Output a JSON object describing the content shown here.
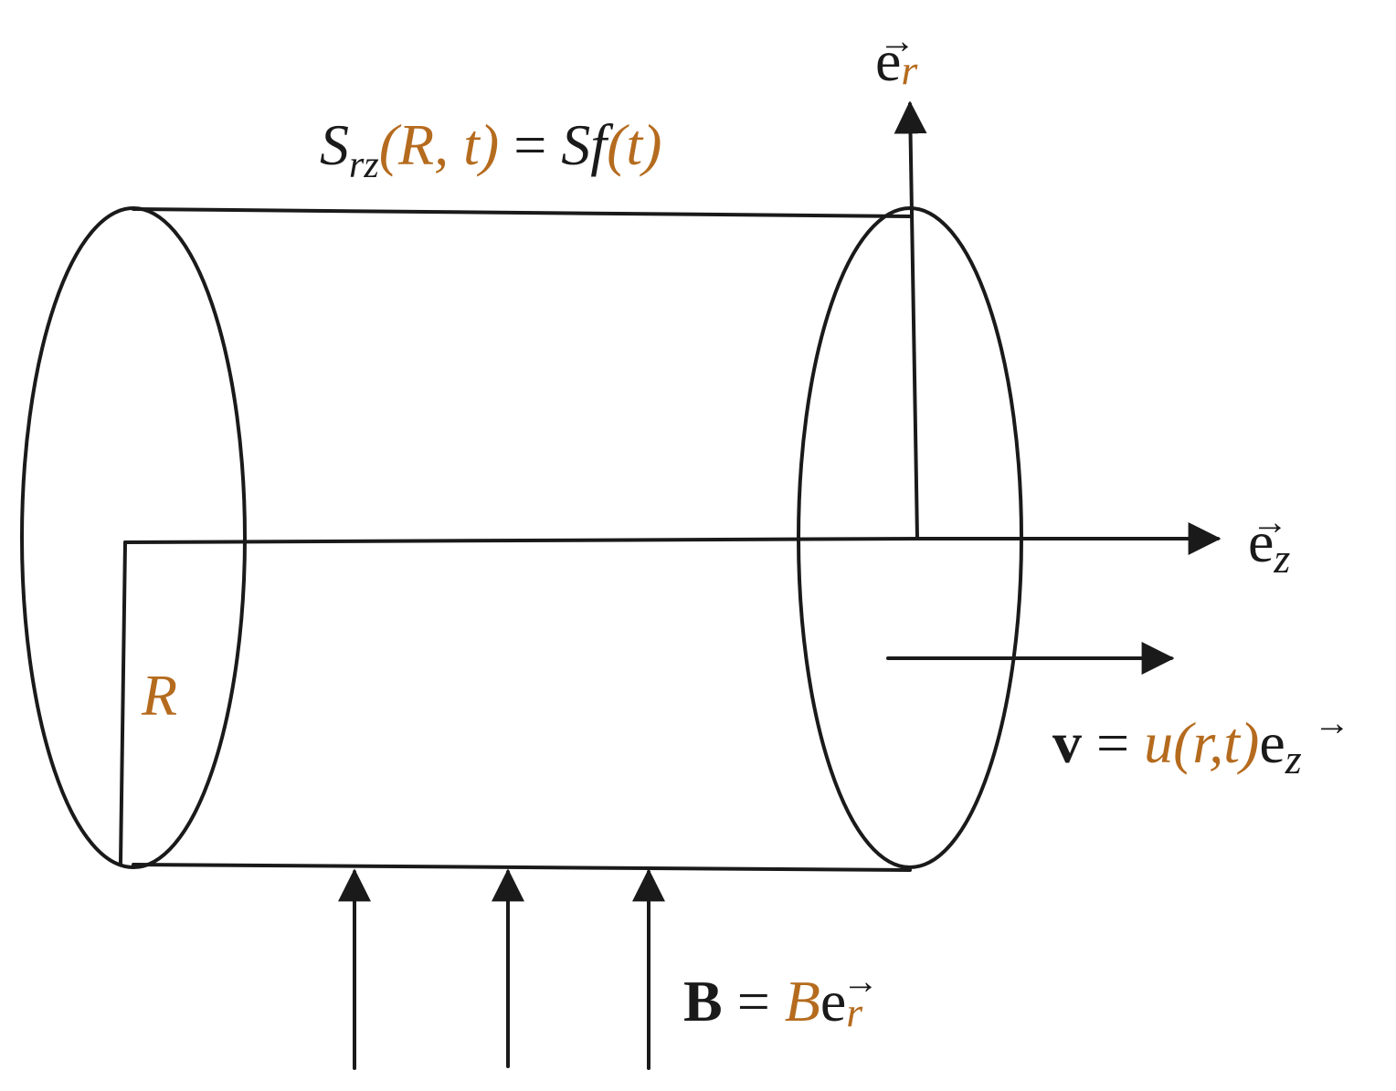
{
  "labels": {
    "shear_stress": {
      "S": "S",
      "sub": "rz",
      "args": "(R, t)",
      "eq": " = ",
      "rhs_S": "S",
      "rhs_f": "f",
      "rhs_args": "(t)"
    },
    "e_r": {
      "base": "e",
      "sub": "r",
      "arrow": "→"
    },
    "e_z": {
      "base": "e",
      "sub": "z",
      "arrow": "→"
    },
    "radius": "R",
    "velocity": {
      "v": "v",
      "eq": " = ",
      "u": "u",
      "args": "(r,t)",
      "base": "e",
      "sub": "z",
      "arrow": "→"
    },
    "magnetic_field": {
      "B_bold": "B",
      "eq": " = ",
      "B": "B",
      "base": "e",
      "sub": "r",
      "arrow": "→"
    }
  },
  "colors": {
    "line": "#1a1a1a",
    "accent": "#b56b1e"
  }
}
